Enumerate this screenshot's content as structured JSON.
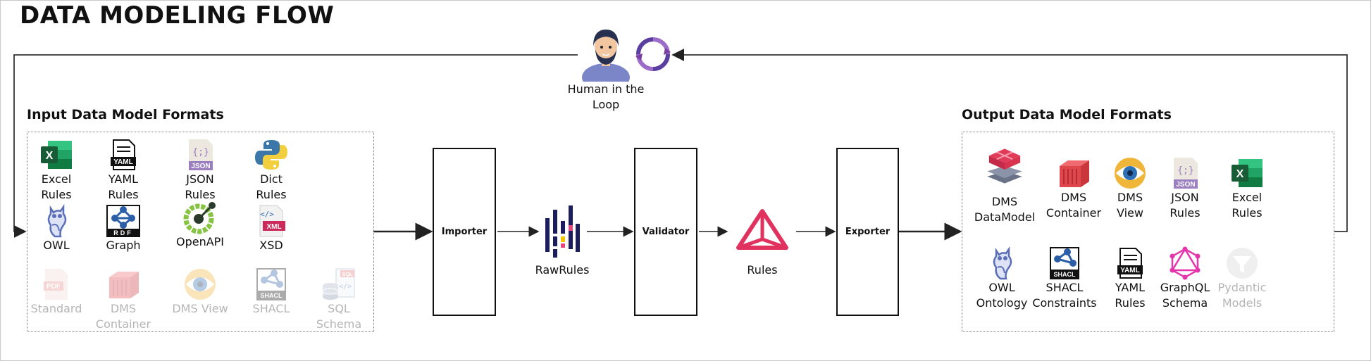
{
  "title": "DATA MODELING FLOW",
  "human": {
    "label": "Human in the\nLoop"
  },
  "input": {
    "title": "Input Data Model Formats",
    "items": [
      {
        "label": "Excel\nRules",
        "icon": "excel-icon",
        "faded": false
      },
      {
        "label": "YAML\nRules",
        "icon": "yaml-file-icon",
        "faded": false
      },
      {
        "label": "JSON\nRules",
        "icon": "json-file-icon",
        "faded": false
      },
      {
        "label": "Dict\nRules",
        "icon": "python-icon",
        "faded": false
      },
      {
        "label": "OWL",
        "icon": "owl-icon",
        "faded": false
      },
      {
        "label": "Graph",
        "icon": "rdf-graph-icon",
        "faded": false
      },
      {
        "label": "OpenAPI",
        "icon": "openapi-icon",
        "faded": false
      },
      {
        "label": "XSD",
        "icon": "xml-file-icon",
        "faded": false
      },
      {
        "label": "Standard",
        "icon": "pdf-file-icon",
        "faded": true
      },
      {
        "label": "DMS Container",
        "icon": "container-icon",
        "faded": true
      },
      {
        "label": "DMS View",
        "icon": "eye-icon",
        "faded": true
      },
      {
        "label": "SHACL",
        "icon": "shacl-icon",
        "faded": true
      },
      {
        "label": "SQL Schema",
        "icon": "sql-schema-icon",
        "faded": true
      }
    ]
  },
  "flow": {
    "importer": "Importer",
    "raw_rules": "RawRules",
    "validator": "Validator",
    "rules": "Rules",
    "exporter": "Exporter"
  },
  "output": {
    "title": "Output Data Model Formats",
    "items": [
      {
        "label": "DMS\nDataModel",
        "icon": "dms-datamodel-icon",
        "faded": false
      },
      {
        "label": "DMS\nContainer",
        "icon": "container-icon",
        "faded": false
      },
      {
        "label": "DMS\nView",
        "icon": "eye-icon",
        "faded": false
      },
      {
        "label": "JSON\nRules",
        "icon": "json-file-icon",
        "faded": false
      },
      {
        "label": "Excel\nRules",
        "icon": "excel-icon",
        "faded": false
      },
      {
        "label": "OWL\nOntology",
        "icon": "owl-icon",
        "faded": false
      },
      {
        "label": "SHACL\nConstraints",
        "icon": "shacl-icon",
        "faded": false
      },
      {
        "label": "YAML\nRules",
        "icon": "yaml-file-icon",
        "faded": false
      },
      {
        "label": "GraphQL\nSchema",
        "icon": "graphql-icon",
        "faded": false
      },
      {
        "label": "Pydantic\nModels",
        "icon": "pydantic-icon",
        "faded": true
      }
    ]
  },
  "colors": {
    "excel": "#1d7a45",
    "json": "#9b7fc1",
    "python_blue": "#3b77a8",
    "python_yellow": "#f2cf3f",
    "owl": "#5b6fb8",
    "openapi": "#86c341",
    "xml": "#cc2a5a",
    "container": "#e0474c",
    "eye_ring": "#f0b63a",
    "eye_iris": "#2f6fb3",
    "graphql": "#e535ab",
    "rules": "#e0315f",
    "rawrules_navy": "#1c1d5e",
    "rawrules_pink": "#e8457c",
    "rawrules_yellow": "#f5c400",
    "human_shirt": "#7b86c9",
    "cycle": "#7a3fa0"
  }
}
